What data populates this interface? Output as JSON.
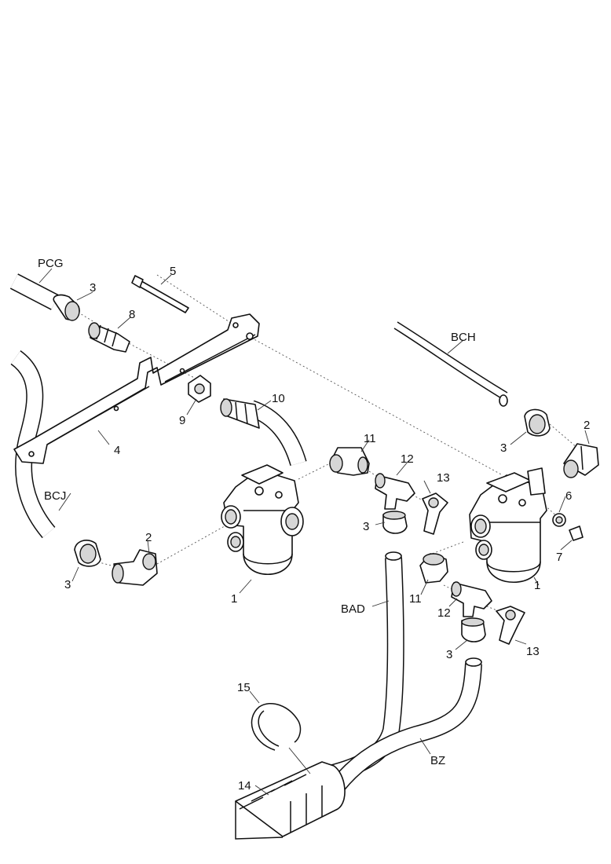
{
  "labels": {
    "pcg": "PCG",
    "bch": "BCH",
    "bcj": "BCJ",
    "bad": "BAD",
    "bz": "BZ",
    "n1a": "1",
    "n1b": "1",
    "n2a": "2",
    "n2b": "2",
    "n3a": "3",
    "n3b": "3",
    "n3c": "3",
    "n3d": "3",
    "n3e": "3",
    "n4": "4",
    "n5": "5",
    "n6": "6",
    "n7": "7",
    "n8": "8",
    "n9": "9",
    "n10": "10",
    "n11a": "11",
    "n11b": "11",
    "n12a": "12",
    "n12b": "12",
    "n13a": "13",
    "n13b": "13",
    "n14": "14",
    "n15": "15"
  },
  "icons": [
    "valve-body",
    "elbow-fitting",
    "tee-fitting",
    "wing-nut",
    "cap-nut",
    "mounting-bracket",
    "hose",
    "clamp",
    "bolt"
  ]
}
